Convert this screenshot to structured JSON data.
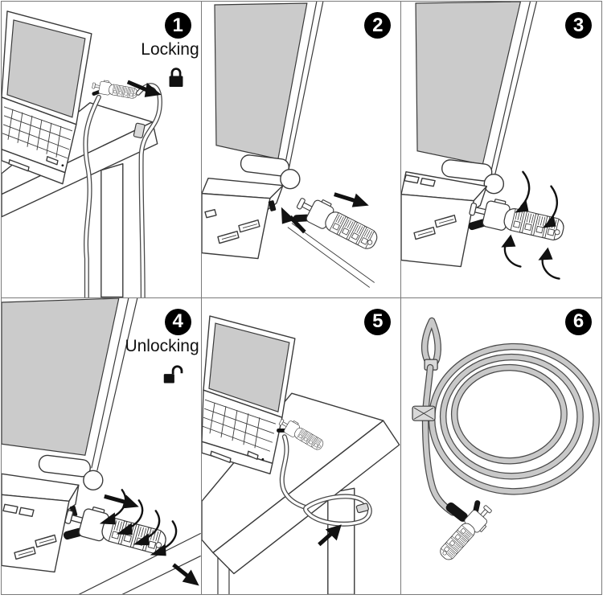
{
  "panels": [
    {
      "badge": "1",
      "label": "Locking",
      "state_icon": "padlock-closed-icon"
    },
    {
      "badge": "2"
    },
    {
      "badge": "3"
    },
    {
      "badge": "4",
      "label": "Unlocking",
      "state_icon": "padlock-open-icon"
    },
    {
      "badge": "5"
    },
    {
      "badge": "6"
    }
  ],
  "colors": {
    "line": "#3a3a3a",
    "screen_fill": "#cbcbcb",
    "cable_fill": "#c9c9c9",
    "slot_fill": "#141414",
    "arrow_fill": "#111111",
    "badge_bg": "#000000",
    "badge_text": "#ffffff",
    "panel_border": "#7a7a7a"
  }
}
